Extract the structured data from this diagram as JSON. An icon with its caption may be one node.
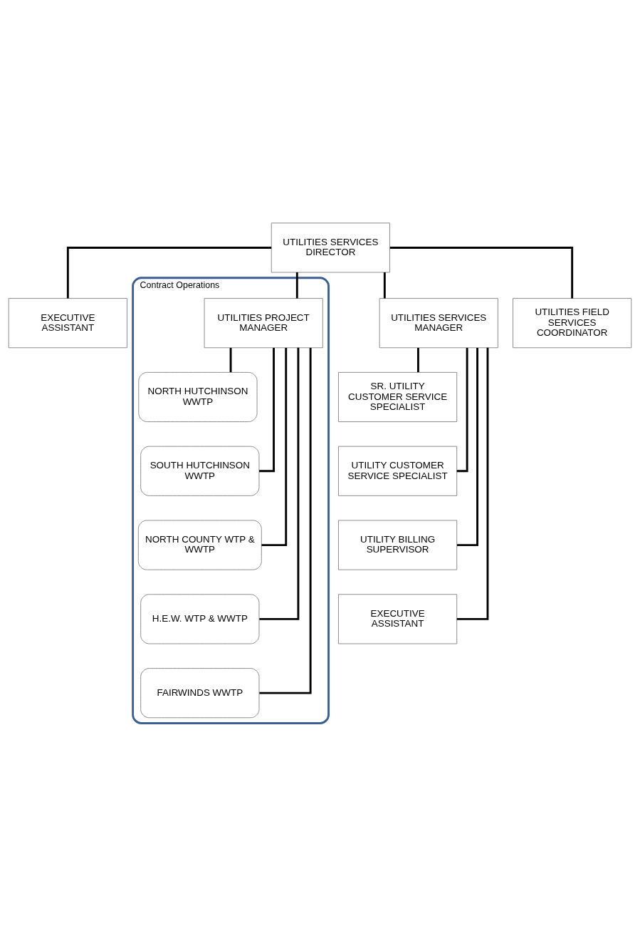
{
  "diagram": {
    "nodes": [
      {
        "text": [
          "UTILITIES SERVICES DIRECTOR"
        ]
      },
      {
        "text": [
          "EXECUTIVE ASSISTANT"
        ]
      },
      {
        "text": [
          "Contract Operations"
        ]
      },
      {
        "text": [
          "UTILITIES SERVICES MANAGER"
        ]
      },
      {
        "text": [
          "UTILITIES FIELD SERVICES COORDINATOR"
        ]
      },
      {
        "text": [
          "UTILITIES PROJECT MANAGER"
        ],
        "in": 2
      },
      {
        "text": [
          "SR. UTILITY CUSTOMER SERVICE SPECIALIST"
        ]
      },
      {
        "text": [
          "UTILITY CUSTOMER SERVICE SPECIALIST"
        ]
      },
      {
        "text": [
          "UTILITY BILLING SUPERVISOR"
        ]
      },
      {
        "text": [
          "EXECUTIVE ASSISTANT"
        ]
      },
      {
        "text": [
          "NORTH HUTCHINSON WWTP"
        ],
        "in": 2
      },
      {
        "text": [
          "SOUTH HUTCHINSON WWTP"
        ],
        "in": 2
      },
      {
        "text": [
          "NORTH COUNTY WTP & WWTP"
        ],
        "in": 2
      },
      {
        "text": [
          "H.E.W. WTP & WWTP"
        ],
        "in": 2
      },
      {
        "text": [
          "FAIRWINDS WWTP"
        ],
        "in": 2
      }
    ],
    "edges": [
      {
        "from": 0,
        "to": 1,
        "arrow": "none"
      },
      {
        "from": 0,
        "to": 3,
        "arrow": "none"
      },
      {
        "from": 0,
        "to": 4,
        "arrow": "none"
      },
      {
        "from": 0,
        "to": 5,
        "arrow": "none"
      },
      {
        "from": 3,
        "to": 6,
        "arrow": "none"
      },
      {
        "from": 3,
        "to": 7,
        "arrow": "none"
      },
      {
        "from": 3,
        "to": 8,
        "arrow": "none"
      },
      {
        "from": 3,
        "to": 9,
        "arrow": "none"
      },
      {
        "from": 5,
        "to": 10,
        "arrow": "none"
      },
      {
        "from": 5,
        "to": 11,
        "arrow": "none"
      },
      {
        "from": 5,
        "to": 12,
        "arrow": "none"
      },
      {
        "from": 5,
        "to": 13,
        "arrow": "none"
      },
      {
        "from": 5,
        "to": 14,
        "arrow": "none"
      }
    ]
  }
}
